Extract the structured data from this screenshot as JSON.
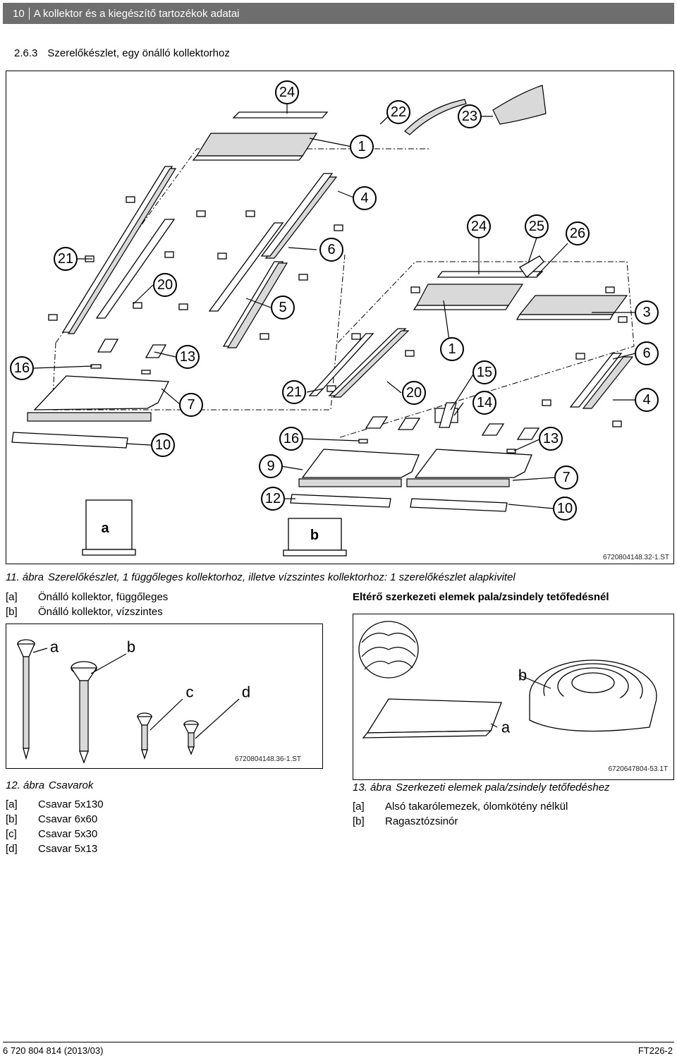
{
  "header": {
    "page_number": "10",
    "title": "A kollektor és a kiegészítő tartozékok adatai"
  },
  "section": {
    "number": "2.6.3",
    "title": "Szerelőkészlet, egy önálló kollektorhoz"
  },
  "figure11": {
    "callouts": [
      "24",
      "22",
      "23",
      "1",
      "4",
      "6",
      "21",
      "20",
      "5",
      "24",
      "25",
      "26",
      "3",
      "16",
      "13",
      "7",
      "10",
      "1",
      "6",
      "15",
      "21",
      "20",
      "14",
      "4",
      "16",
      "13",
      "9",
      "7",
      "12",
      "10"
    ],
    "boxes": [
      "a",
      "b"
    ],
    "image_id": "6720804148.32-1.ST",
    "caption_label": "11. ábra",
    "caption_text": "Szerelőkészlet, 1 függőleges kollektorhoz, illetve vízszintes kollektorhoz: 1 szerelőkészlet alapkivitel",
    "legend": [
      {
        "key": "[a]",
        "text": "Önálló kollektor, függőleges"
      },
      {
        "key": "[b]",
        "text": "Önálló kollektor, vízszintes"
      }
    ]
  },
  "figure12": {
    "letters": [
      "a",
      "b",
      "c",
      "d"
    ],
    "image_id": "6720804148.36-1.ST",
    "caption_label": "12. ábra",
    "caption_text": "Csavarok",
    "legend": [
      {
        "key": "[a]",
        "text": "Csavar 5x130"
      },
      {
        "key": "[b]",
        "text": "Csavar 6x60"
      },
      {
        "key": "[c]",
        "text": "Csavar 5x30"
      },
      {
        "key": "[d]",
        "text": "Csavar 5x13"
      }
    ]
  },
  "figure13": {
    "heading": "Eltérő szerkezeti elemek pala/zsindely tetőfedésnél",
    "letters": [
      "a",
      "b"
    ],
    "image_id": "6720647804-53.1T",
    "caption_label": "13. ábra",
    "caption_text": "Szerkezeti elemek pala/zsindely tetőfedéshez",
    "legend": [
      {
        "key": "[a]",
        "text": "Alsó takarólemezek, ólomkötény nélkül"
      },
      {
        "key": "[b]",
        "text": "Ragasztózsinór"
      }
    ]
  },
  "footer": {
    "left": "6 720 804 814 (2013/03)",
    "right": "FT226-2"
  }
}
